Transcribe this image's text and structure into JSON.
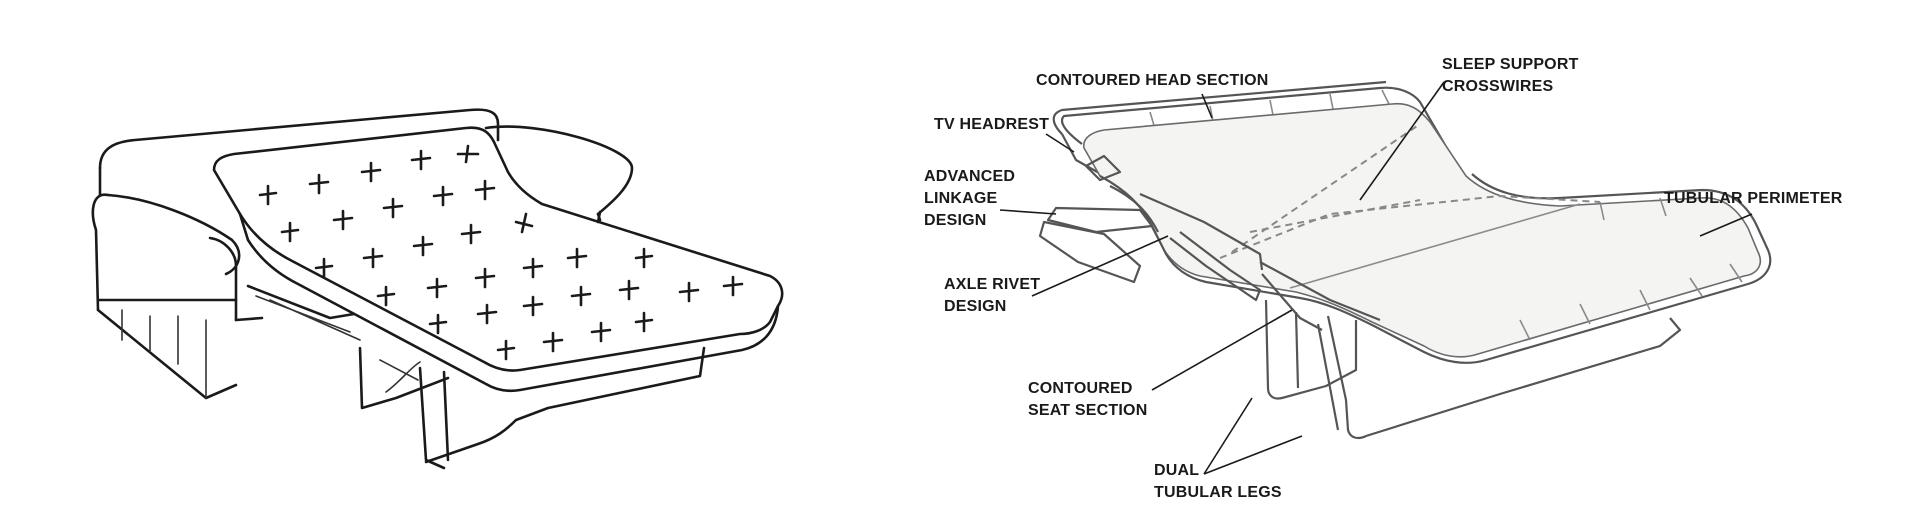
{
  "labels": {
    "contoured_head_section": "CONTOURED HEAD SECTION",
    "sleep_support_line1": "SLEEP SUPPORT",
    "sleep_support_line2": "CROSSWIRES",
    "tv_headrest": "TV HEADREST",
    "advanced_line1": "ADVANCED",
    "advanced_line2": "LINKAGE",
    "advanced_line3": "DESIGN",
    "tubular_perimeter": "TUBULAR PERIMETER",
    "axle_line1": "AXLE RIVET",
    "axle_line2": "DESIGN",
    "contoured_seat_line1": "CONTOURED",
    "contoured_seat_line2": "SEAT SECTION",
    "dual_line1": "DUAL",
    "dual_line2": "TUBULAR LEGS"
  },
  "icons": {
    "left_figure": "sofa-bed-with-mattress-icon",
    "right_figure": "sofa-bed-frame-mechanism-icon"
  },
  "colors": {
    "ink": "#1a1a1a",
    "background": "#ffffff"
  }
}
